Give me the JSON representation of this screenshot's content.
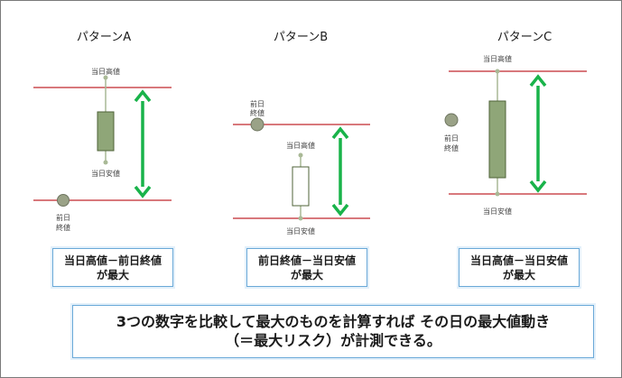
{
  "patterns": [
    {
      "title": "パターンA",
      "high_label": "当日高値",
      "low_label": "当日安値",
      "prev_close_label": [
        "前日",
        "終値"
      ],
      "caption": [
        "当日高値－前日終値",
        "が最大"
      ]
    },
    {
      "title": "パターンB",
      "high_label": "当日高値",
      "low_label": "当日安値",
      "prev_close_label": [
        "前日",
        "終値"
      ],
      "caption": [
        "前日終値－当日安値",
        "が最大"
      ]
    },
    {
      "title": "パターンC",
      "high_label": "当日高値",
      "low_label": "当日安値",
      "prev_close_label": [
        "前日",
        "終値"
      ],
      "caption": [
        "当日高値－当日安値",
        "が最大"
      ]
    }
  ],
  "summary": [
    "3つの数字を比較して最大のものを計算すれば その日の最大値動き",
    "（＝最大リスク）が計測できる。"
  ],
  "colors": {
    "range_line": "#c0282d",
    "arrow": "#19b34a",
    "candle_bear": "#8fa678",
    "candle_bull": "#ffffff",
    "candle_border": "#4f6338",
    "wick": "#a9b996",
    "prev_close_dot": "#9aa287"
  }
}
